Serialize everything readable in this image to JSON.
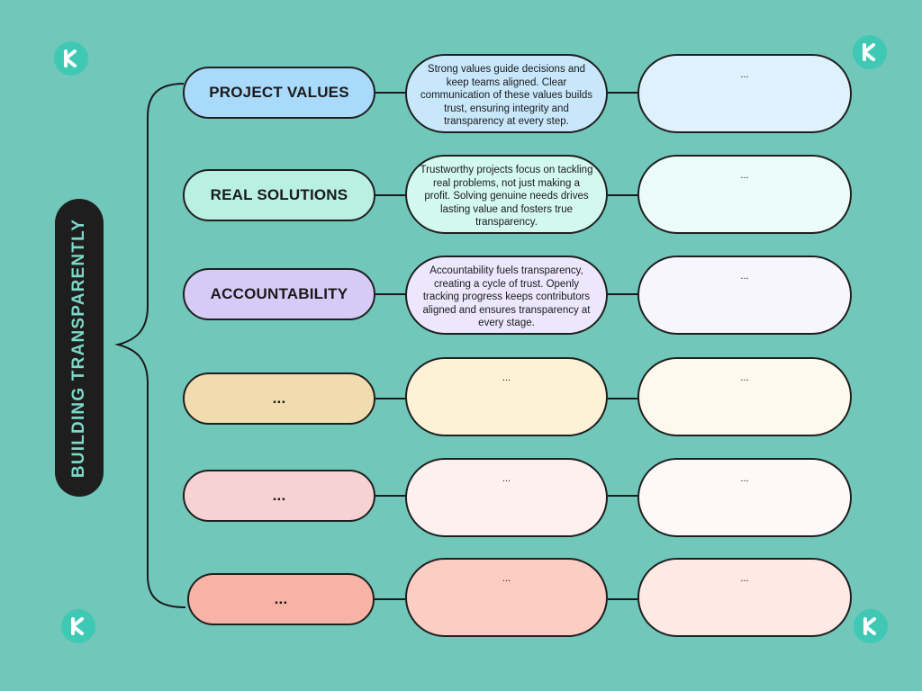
{
  "title": "BUILDING TRANSPARENTLY",
  "rows": [
    {
      "label": "PROJECT VALUES",
      "description": "Strong values guide decisions and keep teams aligned. Clear communication of these values builds trust, ensuring integrity and transparency at every step.",
      "note": "...",
      "colors": {
        "label": "#a9d9fb",
        "description": "#c8e7fb",
        "note": "#dff1fd"
      }
    },
    {
      "label": "REAL SOLUTIONS",
      "description": "Trustworthy projects focus on tackling real problems, not just making a profit. Solving genuine needs drives lasting value and fosters true transparency.",
      "note": "...",
      "colors": {
        "label": "#b9f0e2",
        "description": "#d3f8ee",
        "note": "#ecfcf8"
      }
    },
    {
      "label": "ACCOUNTABILITY",
      "description": "Accountability fuels transparency, creating a cycle of trust. Openly tracking progress keeps contributors aligned and ensures transparency at every stage.",
      "note": "...",
      "colors": {
        "label": "#d6cbf6",
        "description": "#ece7fd",
        "note": "#f7f5fe"
      }
    },
    {
      "label": "...",
      "description": "...",
      "note": "...",
      "colors": {
        "label": "#f0dcae",
        "description": "#fdf2d6",
        "note": "#fef9ec"
      }
    },
    {
      "label": "...",
      "description": "...",
      "note": "...",
      "colors": {
        "label": "#f7d2d4",
        "description": "#fdf0ef",
        "note": "#fef8f8"
      }
    },
    {
      "label": "...",
      "description": "...",
      "note": "...",
      "colors": {
        "label": "#f7b3a5",
        "description": "#fdccc2",
        "note": "#fee9e5"
      }
    }
  ],
  "icons": {
    "corner_logo": "k-logo-icon",
    "logo_color": "#3fc9b5",
    "background": "#71c7b9"
  }
}
